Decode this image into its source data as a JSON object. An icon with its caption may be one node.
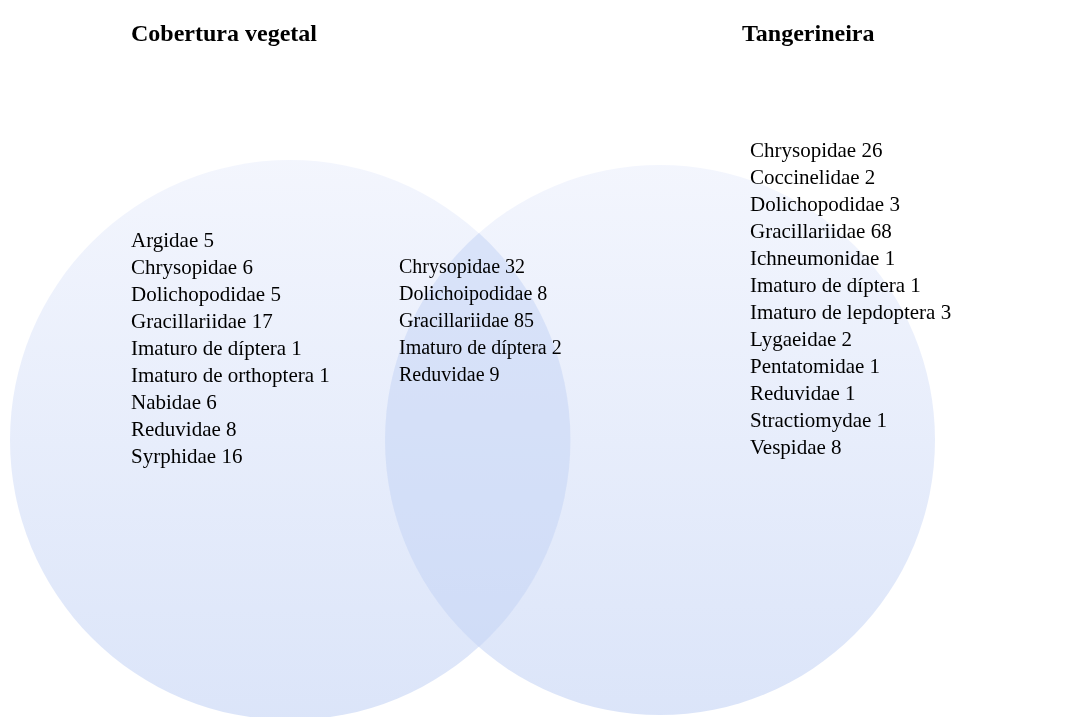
{
  "diagram": {
    "nodes": [
      {
        "text": [
          "Cobertura vegetal",
          "Argidae 5",
          "Chrysopidae 6",
          "Dolichopodidae 5",
          "Gracillariidae 17",
          "Imaturo de díptera 1",
          "Imaturo de orthoptera 1",
          "Nabidae 6",
          "Reduvidae 8",
          "Syrphidae 16"
        ]
      },
      {
        "text": [
          "Chrysopidae 32",
          "Dolichoipodidae 8",
          "Gracillariidae 85",
          "Imaturo de díptera 2",
          "Reduvidae 9"
        ]
      },
      {
        "text": [
          "Tangerineira",
          "Chrysopidae 26",
          "Coccinelidae 2",
          "Dolichopodidae 3",
          "Gracillariidae 68",
          "Ichneumonidae 1",
          "Imaturo de díptera 1",
          "Imaturo de lepdoptera 3",
          "Lygaeidae 2",
          "Pentatomidae 1",
          "Reduvidae 1",
          "Stractiomydae 1",
          "Vespidae 8"
        ]
      }
    ],
    "edges": []
  }
}
